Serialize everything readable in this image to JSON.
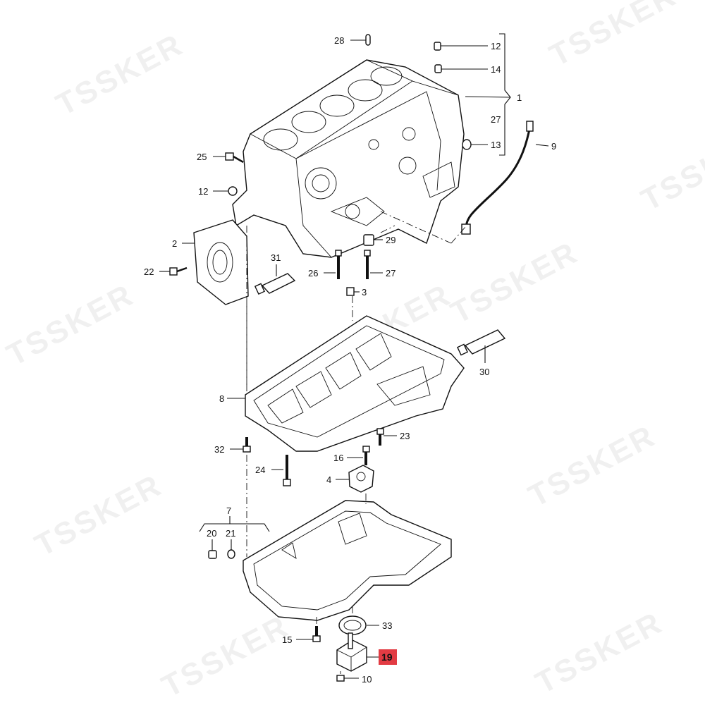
{
  "watermark": "TSSKER",
  "callouts": {
    "c1": "1",
    "c2": "2",
    "c3": "3",
    "c4": "4",
    "c7": "7",
    "c8": "8",
    "c9": "9",
    "c10": "10",
    "c12a": "12",
    "c12b": "12",
    "c13": "13",
    "c14": "14",
    "c15": "15",
    "c16": "16",
    "c19": "19",
    "c20": "20",
    "c21": "21",
    "c22": "22",
    "c23": "23",
    "c24": "24",
    "c25": "25",
    "c26": "26",
    "c27a": "27",
    "c27b": "27",
    "c28": "28",
    "c29": "29",
    "c30": "30",
    "c31": "31",
    "c32": "32",
    "c33": "33"
  },
  "highlight": {
    "part": "19",
    "color": "#e23b43"
  }
}
